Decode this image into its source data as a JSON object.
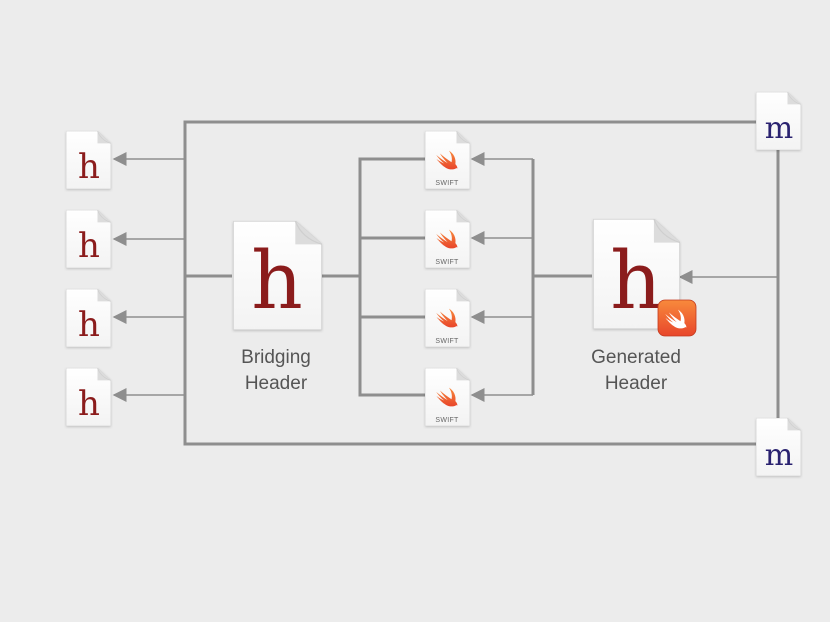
{
  "files": {
    "header_letter": "h",
    "impl_letter": "m",
    "swift_tag": "SWIFT"
  },
  "labels": {
    "bridging_line1": "Bridging",
    "bridging_line2": "Header",
    "generated_line1": "Generated",
    "generated_line2": "Header"
  },
  "colors": {
    "background": "#ececec",
    "connector": "#8e8e8e",
    "header_letter": "#8b1c1c",
    "impl_letter": "#2b2470",
    "swift_orange": "#f05138",
    "caption": "#555555"
  },
  "icons": {
    "swift": "swift-bird-icon",
    "document": "document-icon"
  }
}
